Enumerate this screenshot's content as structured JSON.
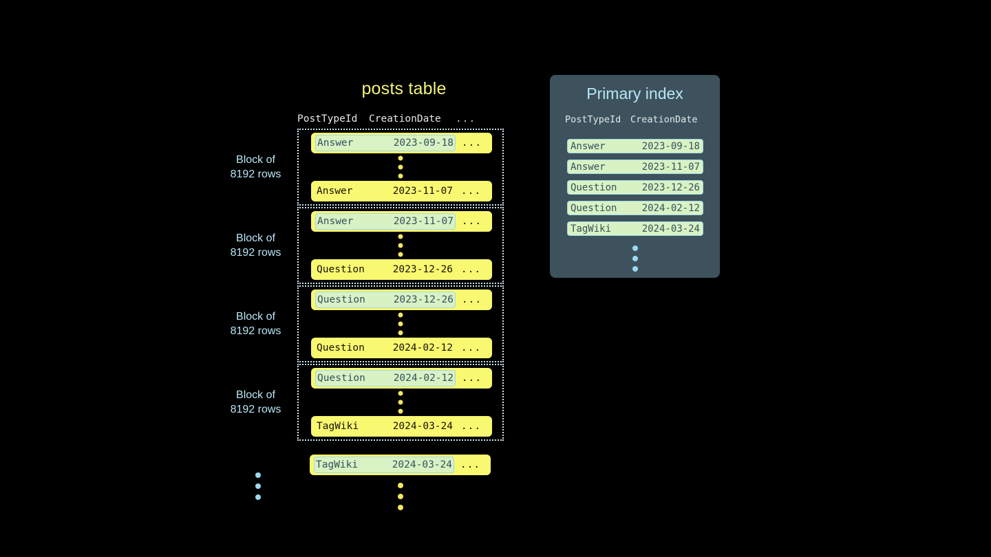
{
  "posts_table": {
    "title": "posts table",
    "columns": {
      "type": "PostTypeId",
      "date": "CreationDate",
      "more": "..."
    },
    "block_label": "Block of\n8192 rows",
    "blocks": [
      {
        "label": "Block of\n8192 rows",
        "first_row": {
          "type": "Answer",
          "date": "2023-09-18",
          "more": "...",
          "marked": true
        },
        "last_row": {
          "type": "Answer",
          "date": "2023-11-07",
          "more": "...",
          "marked": false
        }
      },
      {
        "label": "Block of\n8192 rows",
        "first_row": {
          "type": "Answer",
          "date": "2023-11-07",
          "more": "...",
          "marked": true
        },
        "last_row": {
          "type": "Question",
          "date": "2023-12-26",
          "more": "...",
          "marked": false
        }
      },
      {
        "label": "Block of\n8192 rows",
        "first_row": {
          "type": "Question",
          "date": "2023-12-26",
          "more": "...",
          "marked": true
        },
        "last_row": {
          "type": "Question",
          "date": "2024-02-12",
          "more": "...",
          "marked": false
        }
      },
      {
        "label": "Block of\n8192 rows",
        "first_row": {
          "type": "Question",
          "date": "2024-02-12",
          "more": "...",
          "marked": true
        },
        "last_row": {
          "type": "TagWiki",
          "date": "2024-03-24",
          "more": "...",
          "marked": false
        }
      }
    ],
    "trailing_row": {
      "type": "TagWiki",
      "date": "2024-03-24",
      "more": "...",
      "marked": true
    }
  },
  "primary_index": {
    "title": "Primary index",
    "columns": {
      "type": "PostTypeId",
      "date": "CreationDate"
    },
    "rows": [
      {
        "type": "Answer",
        "date": "2023-09-18"
      },
      {
        "type": "Answer",
        "date": "2023-11-07"
      },
      {
        "type": "Question",
        "date": "2023-12-26"
      },
      {
        "type": "Question",
        "date": "2024-02-12"
      },
      {
        "type": "TagWiki",
        "date": "2024-03-24"
      }
    ]
  },
  "colors": {
    "background": "#000000",
    "row_yellow": "#f9f871",
    "mark_green": "#d9f2c4",
    "mark_border": "#9fd8e8",
    "accent_blue": "#b8e6f5",
    "panel_slate": "#3d525c",
    "title_yellow": "#f2f27a",
    "dot_yellow": "#f2e85c"
  }
}
